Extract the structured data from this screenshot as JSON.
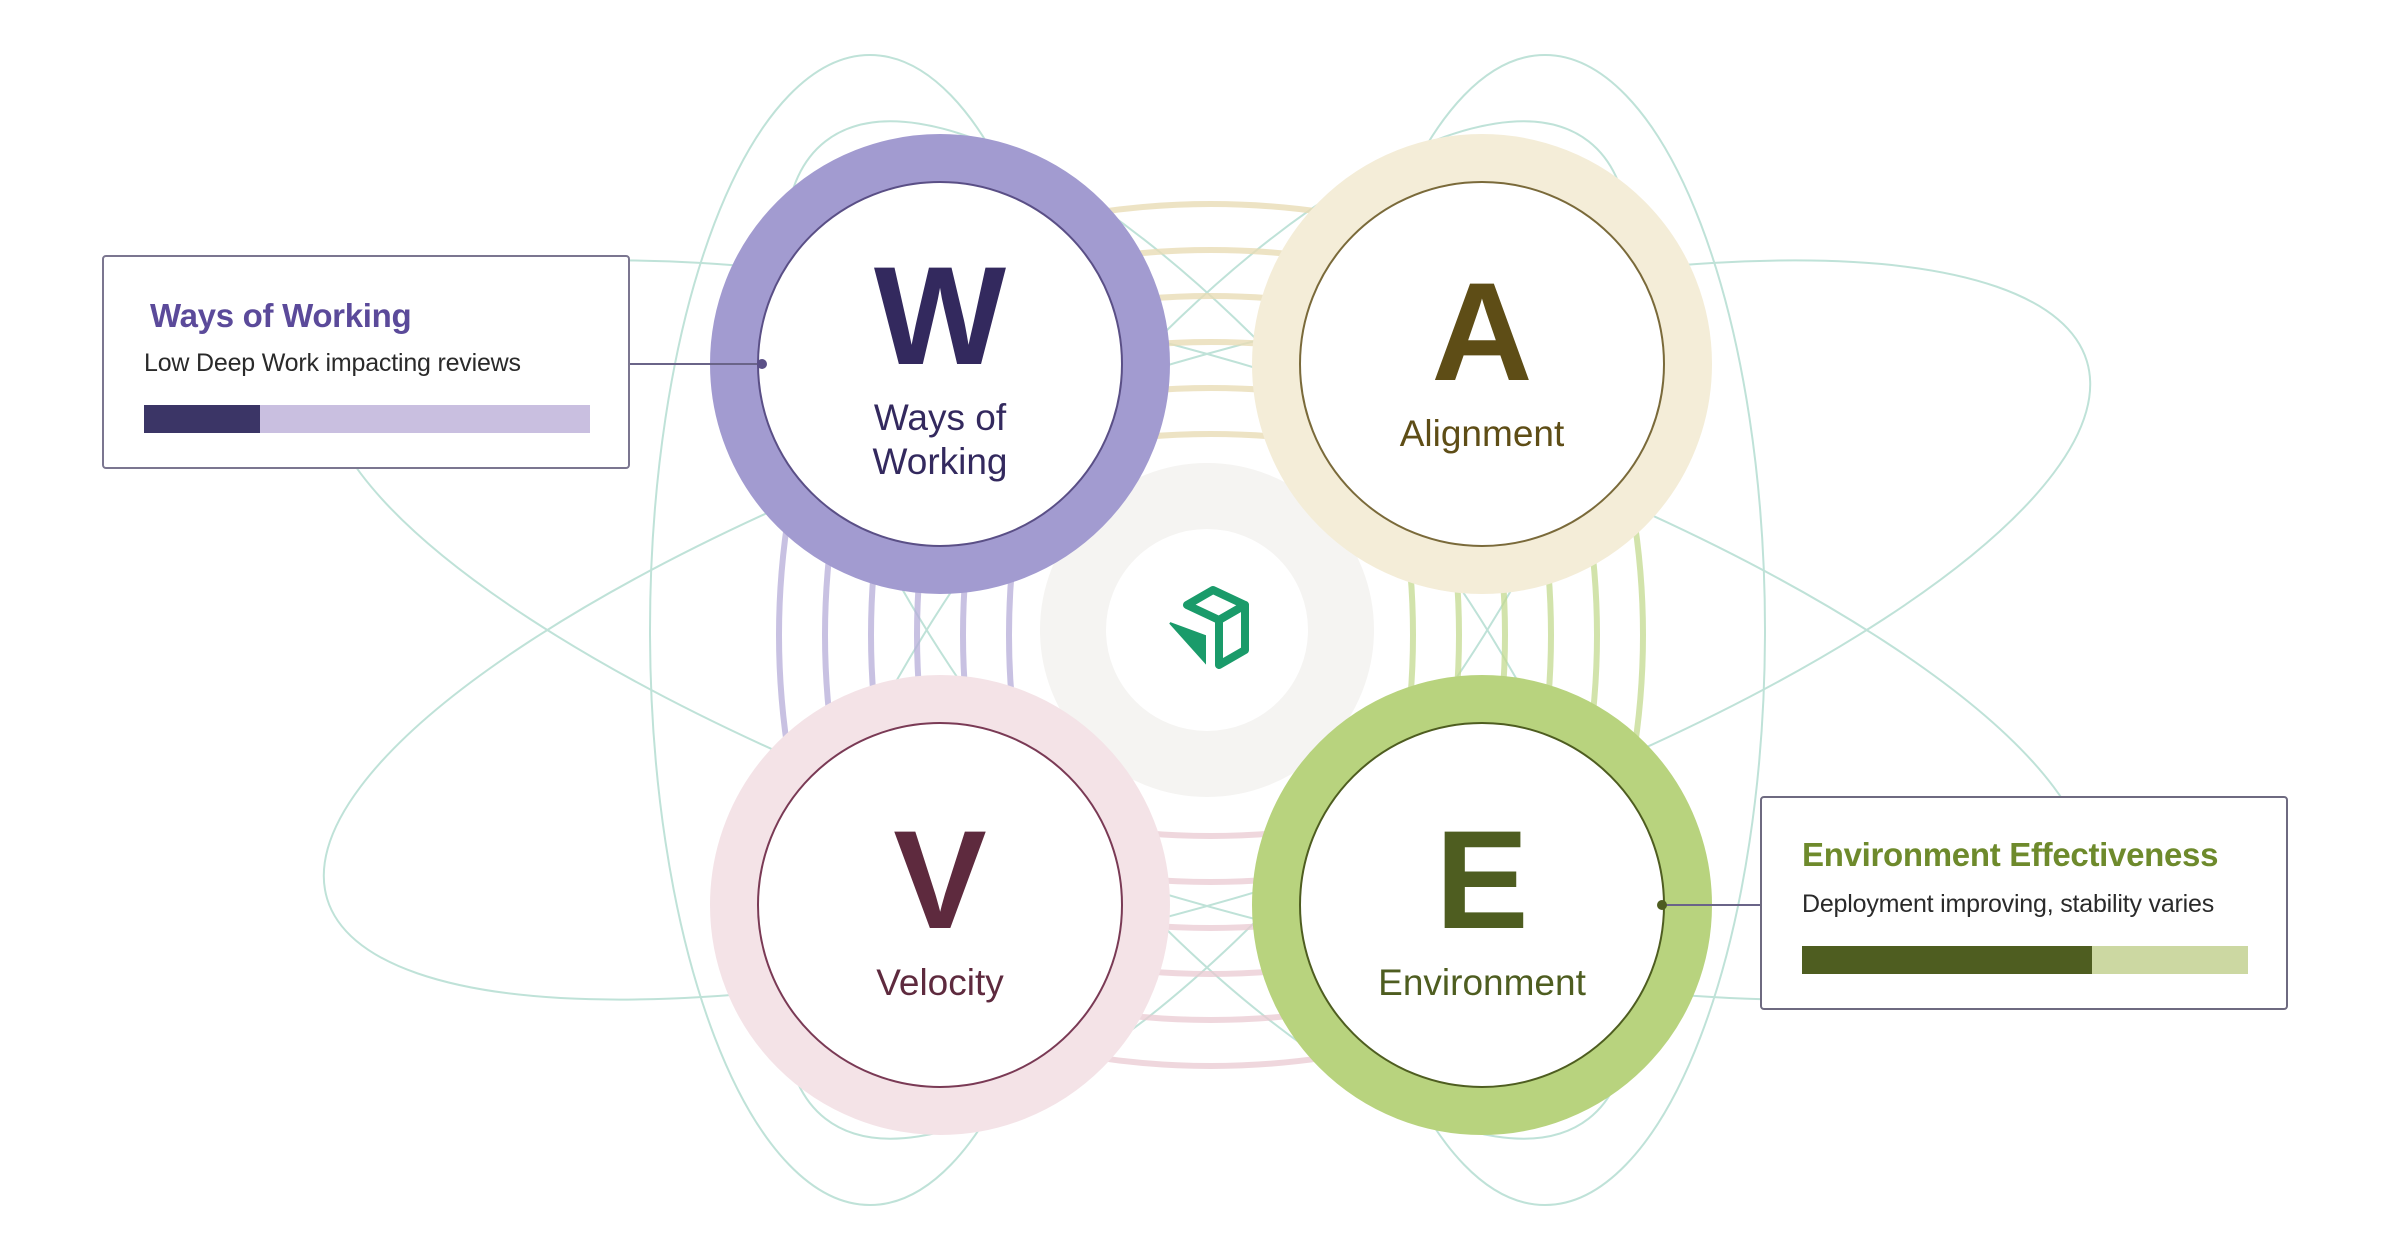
{
  "pillars": {
    "w": {
      "letter": "W",
      "label_line1": "Ways of",
      "label_line2": "Working"
    },
    "a": {
      "letter": "A",
      "label": "Alignment"
    },
    "v": {
      "letter": "V",
      "label": "Velocity"
    },
    "e": {
      "letter": "E",
      "label": "Environment"
    }
  },
  "callouts": {
    "wow": {
      "title": "Ways of Working",
      "subtitle": "Low Deep Work impacting reviews",
      "progress": 0.26
    },
    "env": {
      "title": "Environment Effectiveness",
      "subtitle": "Deployment improving, stability varies",
      "progress": 0.65
    }
  },
  "colors": {
    "w_ring": "#a29bd0",
    "w_text": "#33295e",
    "a_ring": "#f4edd8",
    "a_text": "#5e4d16",
    "v_ring": "#f4e3e7",
    "v_text": "#5e2a3e",
    "e_ring": "#b8d37e",
    "e_text": "#4e5d20",
    "orbit": "#bfe2d8",
    "center_ring": "#f5f4f2",
    "logo": "#1a9b6a",
    "wow_title": "#5b4a9a",
    "wow_bar_fill": "#3b3566",
    "wow_bar_track": "#c9bfe0",
    "env_title": "#6e8a2c",
    "env_bar_fill": "#4e5d20",
    "env_bar_track": "#ccd8a2"
  },
  "icons": {
    "center": "cube-logo-icon"
  }
}
